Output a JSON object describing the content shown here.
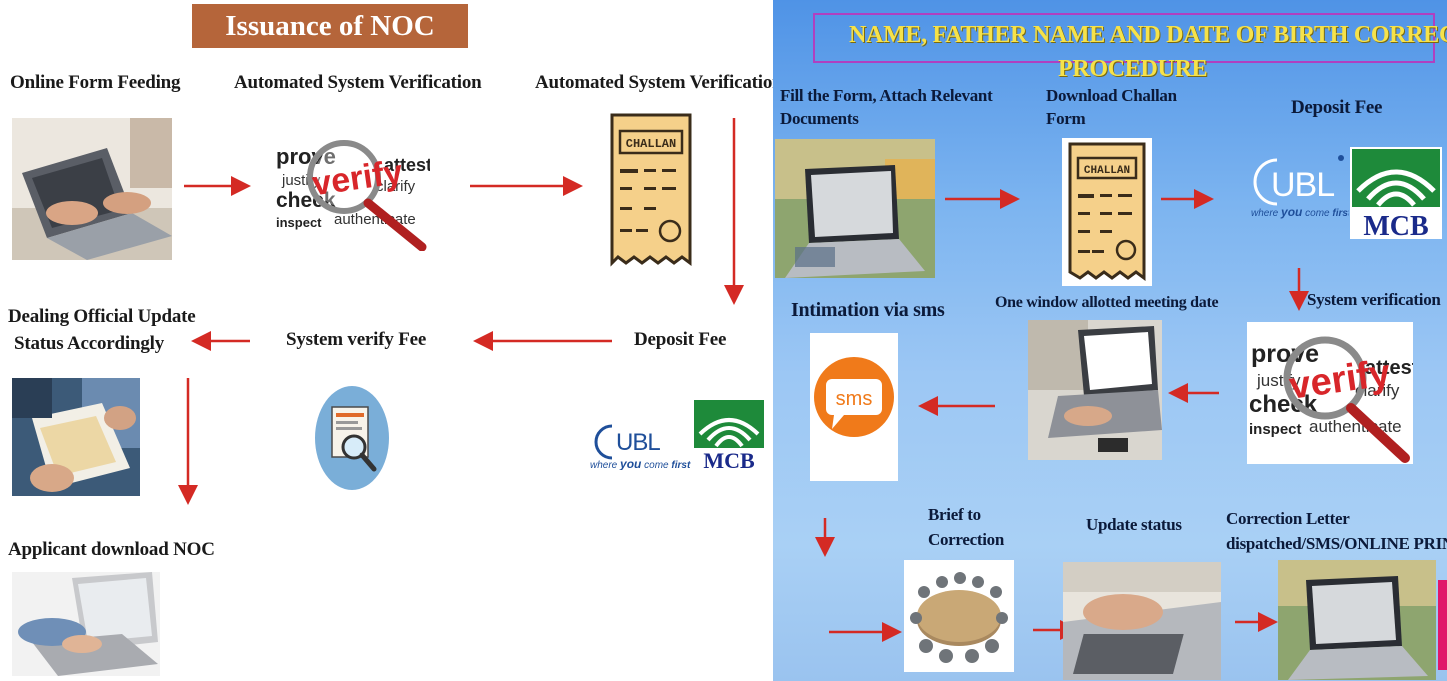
{
  "left": {
    "title": "Issuance of NOC",
    "steps": {
      "online_form": "Online Form Feeding",
      "auto_verify_1": "Automated System Verification",
      "auto_verify_2": "Automated System Verification",
      "deposit_fee": "Deposit Fee",
      "system_verify_fee": "System verify Fee",
      "dealing_official_line1": "Dealing Official Update",
      "dealing_official_line2": "Status Accordingly",
      "applicant_download": "Applicant download NOC"
    }
  },
  "right": {
    "banner_line1": "NAME, FATHER NAME AND DATE OF BIRTH CORRECTION",
    "banner_line2": "PROCEDURE",
    "steps": {
      "fill_form_line1": "Fill the Form, Attach Relevant",
      "fill_form_line2": "Documents",
      "download_challan_line1": "Download Challan",
      "download_challan_line2": "Form",
      "deposit_fee": "Deposit Fee",
      "system_verification": "System verification",
      "one_window": "One window allotted meeting date",
      "intimation_sms": "Intimation via sms",
      "brief_line1": "Brief to",
      "brief_line2": "Correction",
      "update_status": "Update status",
      "correction_letter_line1": "Correction Letter",
      "correction_letter_line2": "dispatched/SMS/ONLINE PRINT"
    }
  },
  "graphics": {
    "challan_label": "CHALLAN",
    "verify_words": {
      "prove": "prove",
      "justify": "justify",
      "check": "check",
      "inspect": "inspect",
      "verify": "verify",
      "attest": "attest",
      "clarify": "clarify",
      "authenticate": "authenticate"
    },
    "ubl_logo": "UBL",
    "ubl_tagline_a": "where",
    "ubl_tagline_b": "you",
    "ubl_tagline_c": "come",
    "ubl_tagline_d": "first",
    "mcb_logo": "MCB",
    "sms_label": "sms"
  },
  "colors": {
    "arrow_red": "#d42a24",
    "title_bg": "#b5653a",
    "banner_text": "#f6e24a",
    "banner_border": "#b040c0",
    "mcb_green": "#1e8a3a",
    "mcb_blue": "#1a2a8a",
    "ubl_blue": "#1f4f9a",
    "challan_paper": "#f5d08a",
    "sms_orange": "#f07a1a"
  },
  "icons": [
    "laptop-photo",
    "verify-magnifier",
    "challan-document",
    "ubl-logo",
    "mcb-logo",
    "document-search-icon",
    "office-paperwork-photo",
    "sms-bubble-icon",
    "meeting-table-icon",
    "red-arrow"
  ]
}
